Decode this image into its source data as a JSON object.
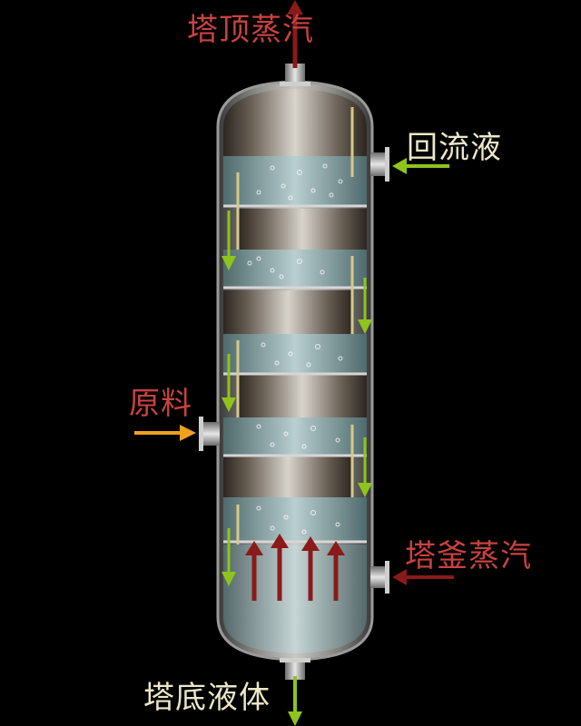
{
  "labels": {
    "top_vapor": "塔顶蒸汽",
    "reflux": "回流液",
    "feed": "原料",
    "reboiler_vapor": "塔釜蒸汽",
    "bottoms": "塔底液体"
  },
  "colors": {
    "background": "#000000",
    "vapor_arrow": "#8b1a1a",
    "liquid_arrow": "#8fc41c",
    "feed_arrow": "#f0a020",
    "label_red": "#c9423f",
    "label_cream": "#ece8c8"
  }
}
